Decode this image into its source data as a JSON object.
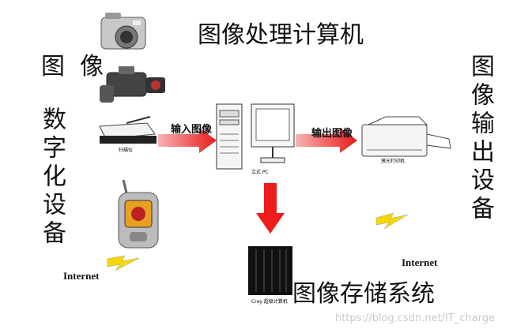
{
  "title": "图像处理计算机",
  "left_heading_top": "图  像",
  "left_heading_vertical": "数字化设备",
  "right_heading_vertical": "图像输出设备",
  "storage_label": "图像存储系统",
  "arrow_input_label": "输入图像",
  "arrow_output_label": "输出图像",
  "internet_left": "Internet",
  "internet_right": "Internet",
  "captions": {
    "scanner": "扫描仪",
    "pc": "立式 PC",
    "printer": "激光打印机",
    "supercomputer": "Cray 超级计算机"
  },
  "watermark": "https://blog.csdn.net/IT_charge",
  "colors": {
    "arrow_red": "#ee1c1c",
    "arrow_fade": "#f6a3a3",
    "bolt_yellow": "#f5d800"
  }
}
